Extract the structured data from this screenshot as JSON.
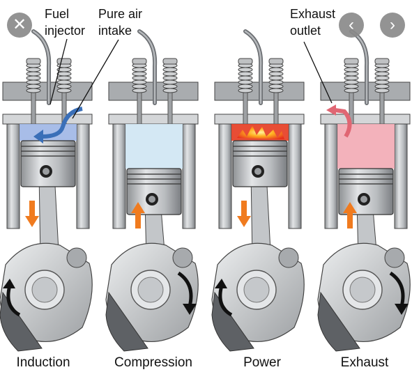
{
  "controls": {
    "close_icon": "close-icon",
    "prev_icon": "chevron-left-icon",
    "next_icon": "chevron-right-icon",
    "close_glyph": "✕",
    "prev_glyph": "‹",
    "next_glyph": "›"
  },
  "labels": {
    "fuel_injector_1": "Fuel",
    "fuel_injector_2": "injector",
    "pure_air_1": "Pure air",
    "pure_air_2": "intake",
    "exhaust_outlet_1": "Exhaust",
    "exhaust_outlet_2": "outlet"
  },
  "stages": [
    {
      "name": "Induction",
      "chamber_color": "#9fb6e6",
      "piston_arrow": "down",
      "crank_arrow": "counterclockwise"
    },
    {
      "name": "Compression",
      "chamber_color": "#cfe6f3",
      "piston_arrow": "up",
      "crank_arrow": "clockwise"
    },
    {
      "name": "Power",
      "chamber_color": "#e63a1f",
      "piston_arrow": "down",
      "crank_arrow": "counterclockwise"
    },
    {
      "name": "Exhaust",
      "chamber_color": "#f2aab4",
      "piston_arrow": "up",
      "crank_arrow": "clockwise"
    }
  ],
  "colors": {
    "metal_light": "#d4d6d8",
    "metal_mid": "#a9acaf",
    "metal_dark": "#6e7175",
    "arrow_orange": "#f07b1f",
    "arrow_black": "#111111",
    "intake_arrow": "#3a6fb8",
    "exhaust_arrow": "#e06673"
  }
}
